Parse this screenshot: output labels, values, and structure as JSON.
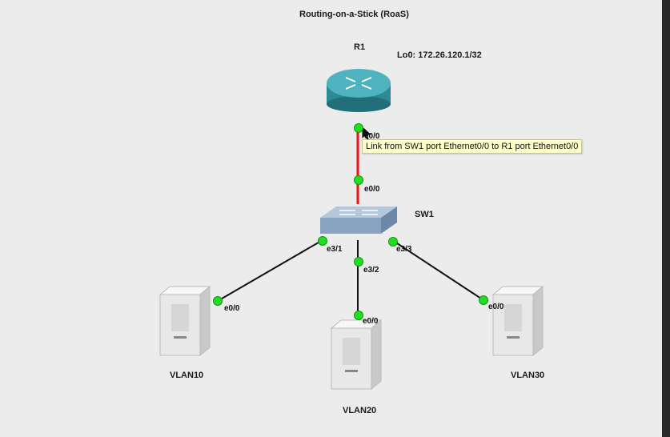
{
  "title": "Routing-on-a-Stick (RoaS)",
  "router": {
    "name": "R1",
    "loopback": "Lo0: 172.26.120.1/32",
    "port": "e0/0"
  },
  "switch": {
    "name": "SW1",
    "ports": {
      "uplink": "e0/0",
      "p1": "e3/1",
      "p2": "e3/2",
      "p3": "e3/3"
    }
  },
  "hosts": [
    {
      "name": "VLAN10",
      "port": "e0/0"
    },
    {
      "name": "VLAN20",
      "port": "e0/0"
    },
    {
      "name": "VLAN30",
      "port": "e0/0"
    }
  ],
  "tooltip": "Link from SW1 port Ethernet0/0 to R1 port Ethernet0/0",
  "colors": {
    "highlight_link": "#ee1111",
    "link": "#111111",
    "port_dot": "#22dd22",
    "router": "#2f8f9a",
    "switch": "#8fa8c6"
  }
}
